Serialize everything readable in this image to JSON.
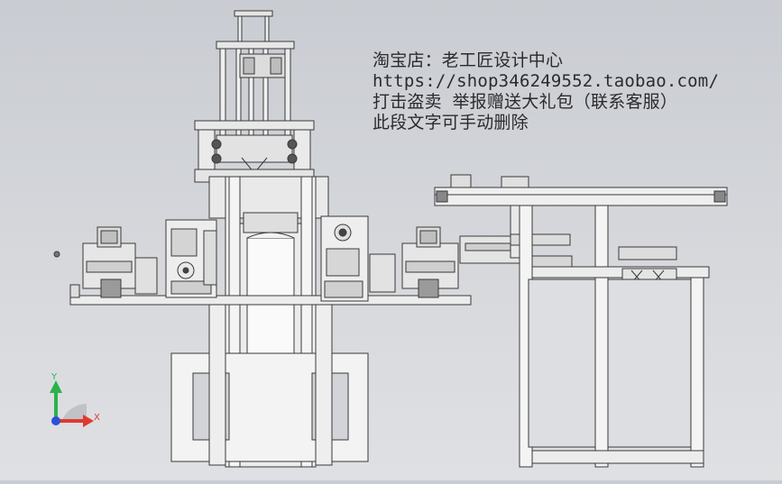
{
  "watermark": {
    "line1": "淘宝店：老工匠设计中心",
    "line2": "https://shop346249552.taobao.com/",
    "line3": "打击盗卖 举报赠送大礼包（联系客服）",
    "line4": "此段文字可手动删除"
  },
  "triad": {
    "y_label": "Y",
    "x_label": "X",
    "y_color": "#2bb24c",
    "x_color": "#e03a2f",
    "z_color": "#2f4fd8"
  },
  "colors": {
    "background": "#d6d8dc",
    "line": "#3a3a3a",
    "panel": "#f2f2f2",
    "accent_gray": "#9aa0a6"
  }
}
